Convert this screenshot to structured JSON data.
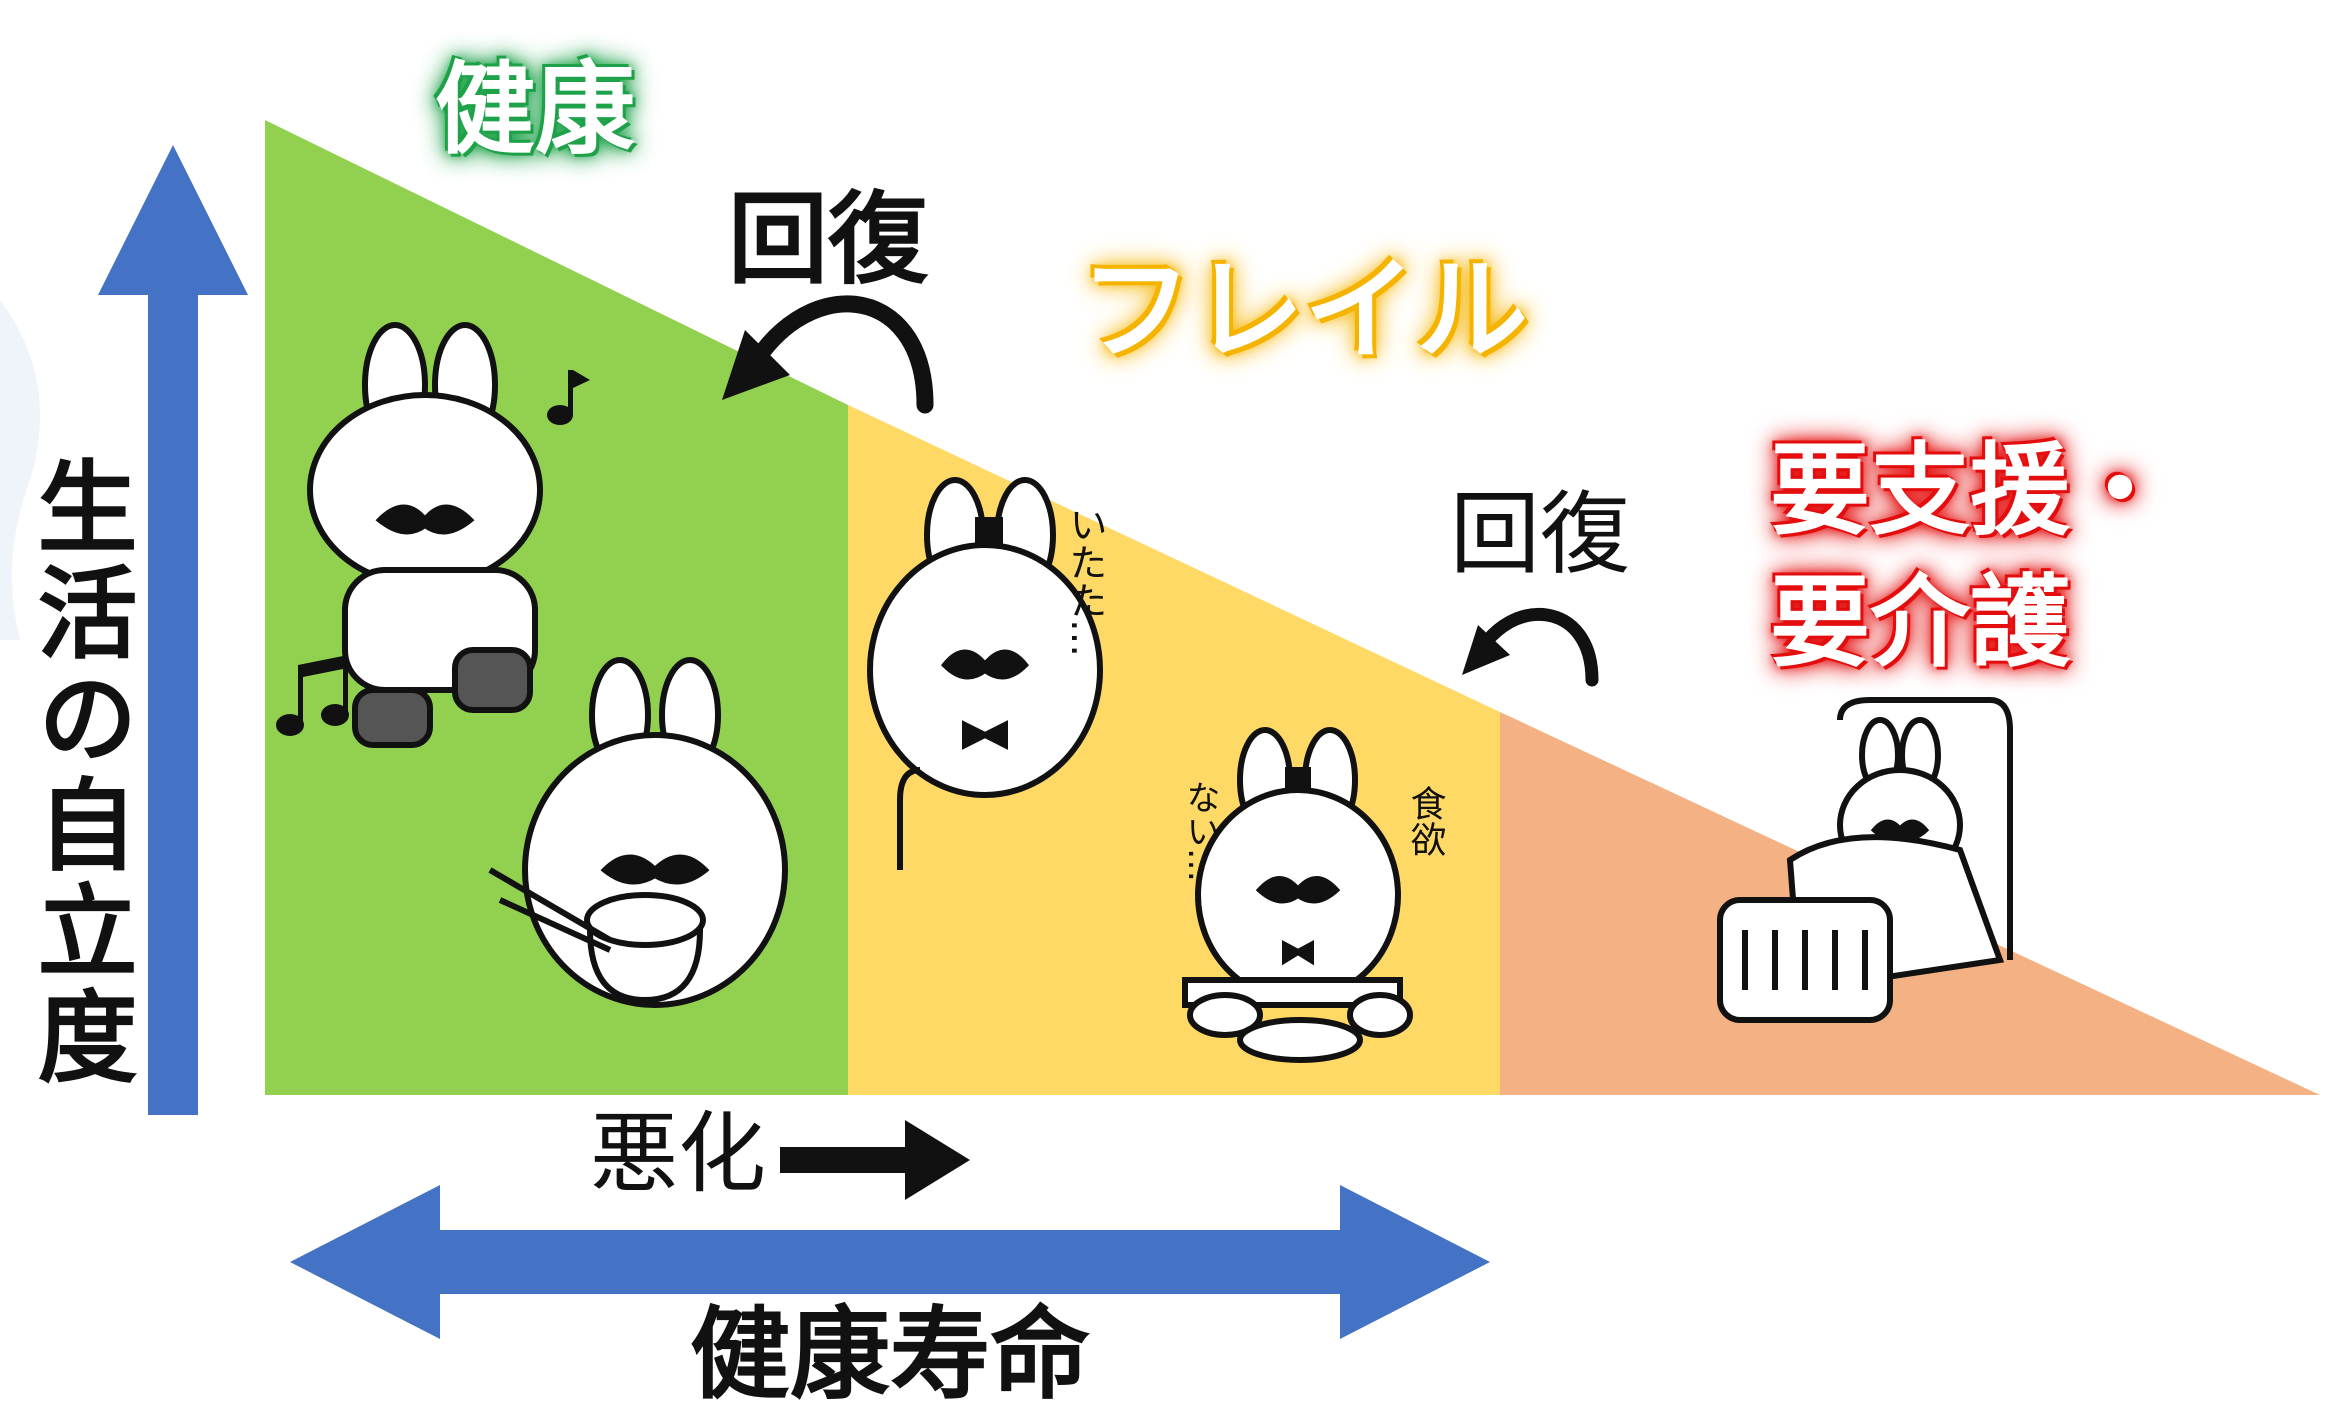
{
  "y_axis_label": "生活の自立度",
  "stages": {
    "health": "健康",
    "frailty": "フレイル",
    "care": "要支援・\n要介護"
  },
  "recovery_top": "回復",
  "recovery_mid": "回復",
  "worsening": "悪化",
  "healthy_lifespan": "健康寿命",
  "illustration_text": {
    "pain": "いたた…",
    "appetite_left": "ない…",
    "appetite_right": "食欲"
  },
  "colors": {
    "health": "#92d050",
    "frailty": "#ffd966",
    "care": "#f4b183",
    "axis_arrow": "#4472c4",
    "health_glow": "#1fa24a",
    "frailty_glow": "#f5b400",
    "care_glow": "#e40f0f"
  }
}
